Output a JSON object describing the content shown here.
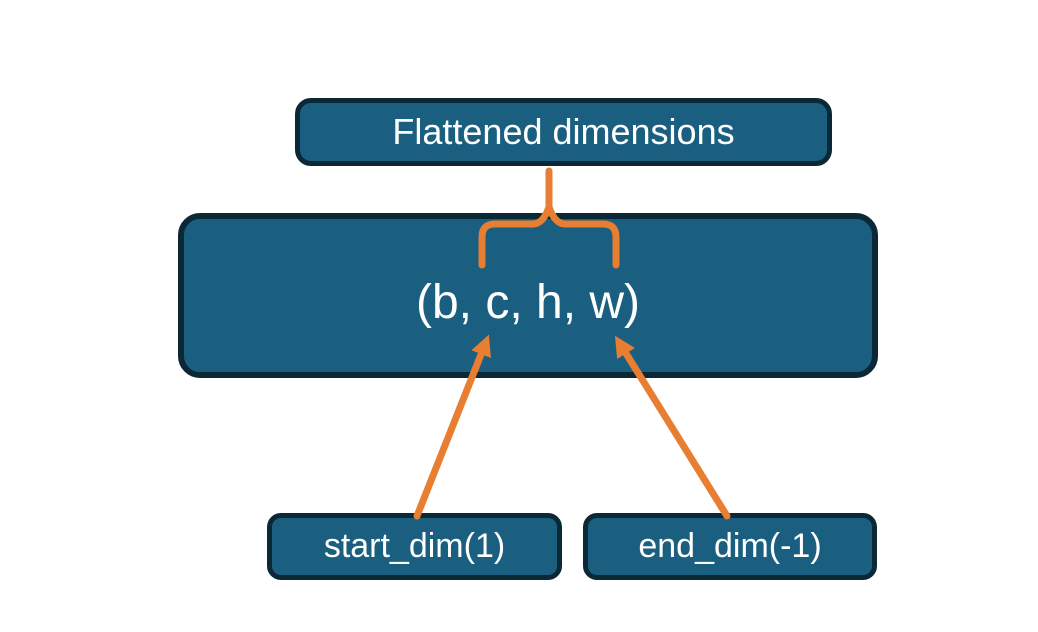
{
  "diagram": {
    "title": "Tensor flatten dimensions diagram",
    "colors": {
      "box_fill": "#1b5f80",
      "box_border": "#0a2836",
      "accent_orange": "#e87e31",
      "text": "#ffffff",
      "background": "#ffffff"
    },
    "nodes": {
      "flattened_label": "Flattened dimensions",
      "tensor_shape": "(b, c, h, w)",
      "start_dim": "start_dim(1)",
      "end_dim": "end_dim(-1)"
    },
    "connectors": [
      {
        "name": "brace-connector",
        "type": "curly-brace",
        "from": "flattened-dimensions-box",
        "to": "tensor-shape c..w span"
      },
      {
        "name": "start-dim-arrow",
        "type": "arrow",
        "from": "start_dim(1) box",
        "to": "dimension c"
      },
      {
        "name": "end-dim-arrow",
        "type": "arrow",
        "from": "end_dim(-1) box",
        "to": "dimension w"
      }
    ]
  }
}
